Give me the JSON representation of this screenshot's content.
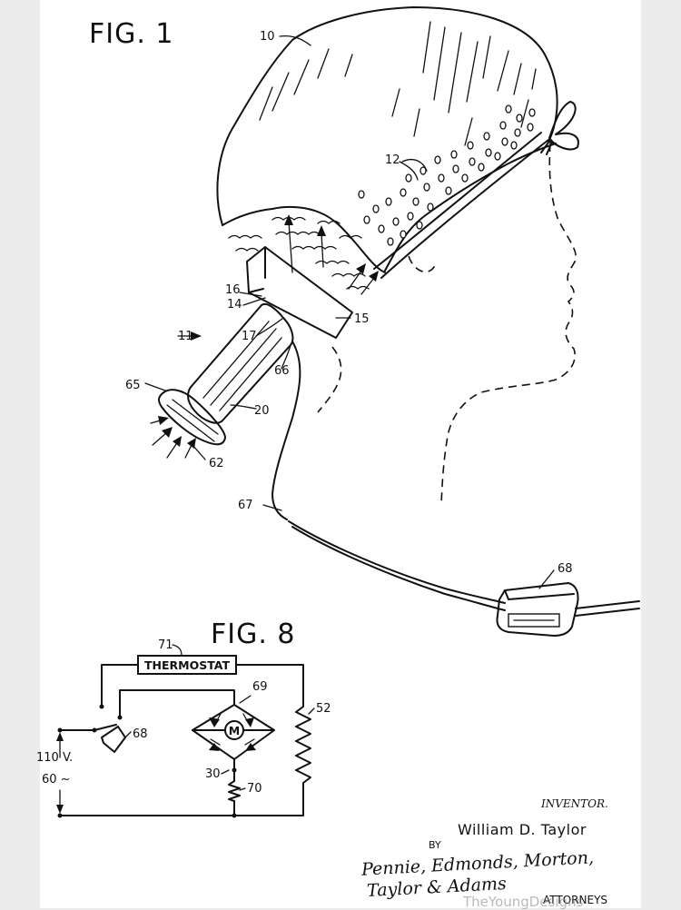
{
  "figures": {
    "fig1_title": "FIG. 1",
    "fig8_title": "FIG. 8"
  },
  "fig1_labels": {
    "cap": "10",
    "device": "11",
    "holes": "12",
    "l14": "14",
    "l15": "15",
    "l16": "16",
    "l17": "17",
    "tube": "20",
    "l62": "62",
    "l65": "65",
    "l66": "66",
    "cord": "67",
    "switch": "68"
  },
  "fig8_labels": {
    "thermostat_ref": "71",
    "thermostat": "THERMOSTAT",
    "bridge": "69",
    "heater": "52",
    "switch": "68",
    "motor": "M",
    "motor_ref": "30",
    "resistor": "70",
    "voltage": "110 V.",
    "frequency": "60 ~"
  },
  "signature_block": {
    "inventor_heading": "INVENTOR.",
    "inventor_name": "William D. Taylor",
    "by": "BY",
    "signature_line1": "Pennie, Edmonds, Morton,",
    "signature_line2": "Taylor & Adams",
    "attorneys": "ATTORNEYS"
  },
  "watermark": "TheYoungDesigns"
}
